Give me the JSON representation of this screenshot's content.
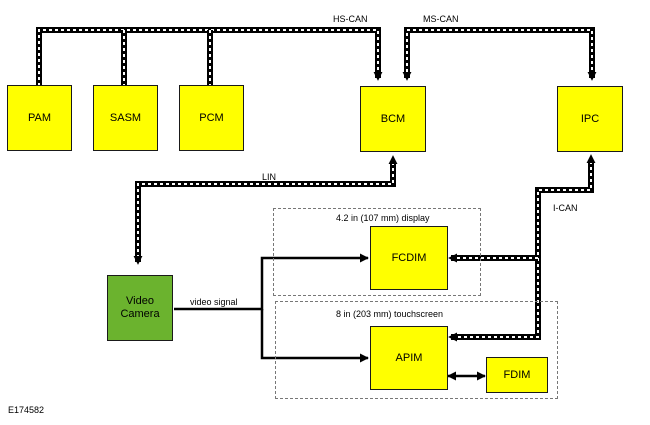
{
  "diagram": {
    "figure_id": "E174582",
    "colors": {
      "module": "#ffff00",
      "camera": "#6bb32e",
      "wire": "#000000",
      "bus_stripe": "#ffffff"
    },
    "modules": {
      "pam": "PAM",
      "sasm": "SASM",
      "pcm": "PCM",
      "bcm": "BCM",
      "ipc": "IPC",
      "camera": "Video\nCamera",
      "fcdim": "FCDIM",
      "apim": "APIM",
      "fdim": "FDIM"
    },
    "labels": {
      "hs_can": "HS-CAN",
      "ms_can": "MS-CAN",
      "lin": "LIN",
      "i_can": "I-CAN",
      "video_signal": "video signal"
    },
    "groups": {
      "display_4_2": "4.2 in (107 mm) display",
      "touchscreen_8": "8 in (203 mm) touchscreen"
    }
  }
}
